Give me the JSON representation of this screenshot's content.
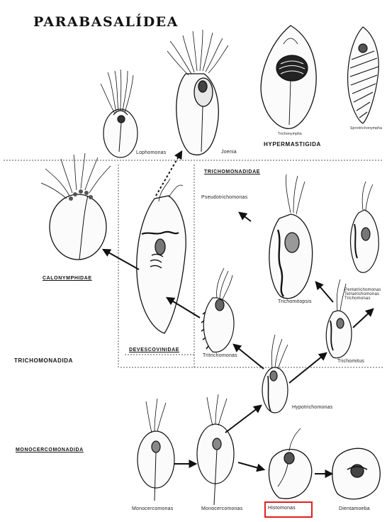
{
  "title": "PARABASALÍDEA",
  "groups": {
    "hypermastigida": "HYPERMASTIGIDA",
    "trichomonadida": "TRICHOMONADIDA",
    "monocercomonadida": "MONOCERCOMONADIDA",
    "calonymphidae": "CALONYMPHIDAE",
    "devescovinidae": "DEVESCOVINIDAE",
    "trichomonadidae": "TRICHOMONADIDAE"
  },
  "organisms": {
    "lophomonas": "Lophomonas",
    "joenia": "Joenia",
    "hypermastigid_1": "Trichonympha",
    "hypermastigid_2": "Spirotrichonympha",
    "pseudotrichomonas": "Pseudotrichomonas",
    "trichomitopsis": "Trichomitopsis",
    "tritrichomonas": "Tritrichomonas",
    "trichomitus": "Trichomitus",
    "hypotrichomonas": "Hypotrichomonas",
    "monocercomonas": "Monocercomonas",
    "histomonas": "Histomonas",
    "dientamoeba": "Dientamoeba",
    "right_list": [
      "Pentatrichomonas",
      "Tetratrichomonas",
      "Trichomonas"
    ]
  },
  "highlight": {
    "target": "Histomonas",
    "color": "#e02020"
  }
}
